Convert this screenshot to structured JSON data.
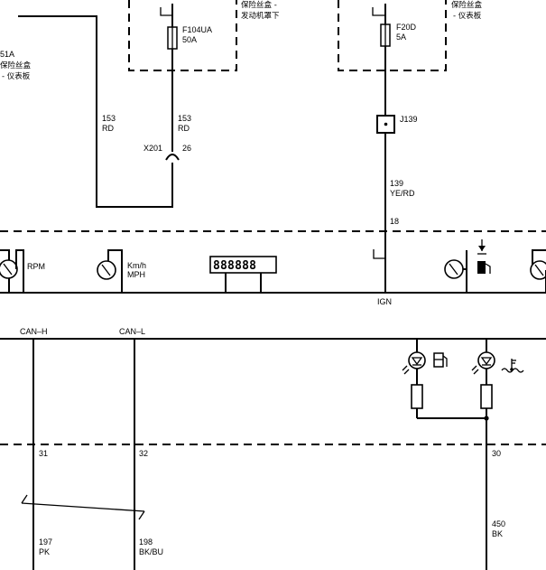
{
  "fuses": {
    "left_frag": {
      "line1": "51A",
      "line2": "保险丝盒",
      "line3": "- 仪表板"
    },
    "f104ua": {
      "name": "F104UA",
      "rating": "50A",
      "box_line1": "保险丝盒 -",
      "box_line2": "发动机罩下"
    },
    "f20d": {
      "name": "F20D",
      "rating": "5A",
      "box_line1": "保险丝盒",
      "box_line2": "- 仪表板"
    }
  },
  "wires": {
    "w153_left": {
      "num": "153",
      "color": "RD"
    },
    "w153_right": {
      "num": "153",
      "color": "RD"
    },
    "w139": {
      "num": "139",
      "color": "YE/RD"
    },
    "w197": {
      "num": "197",
      "color": "PK"
    },
    "w198": {
      "num": "198",
      "color": "BK/BU"
    },
    "w450": {
      "num": "450",
      "color": "BK"
    }
  },
  "connectors": {
    "x201": {
      "name": "X201",
      "pin": "26"
    },
    "j139": {
      "name": "J139"
    },
    "pin18": "18",
    "pin31": "31",
    "pin32": "32",
    "pin30": "30"
  },
  "cluster": {
    "rpm_label": "RPM",
    "speed_label_1": "Km/h",
    "speed_label_2": "MPH",
    "odometer_display": "888888",
    "ign_label": "IGN"
  },
  "bus": {
    "can_h": "CAN–H",
    "can_l": "CAN–L"
  }
}
